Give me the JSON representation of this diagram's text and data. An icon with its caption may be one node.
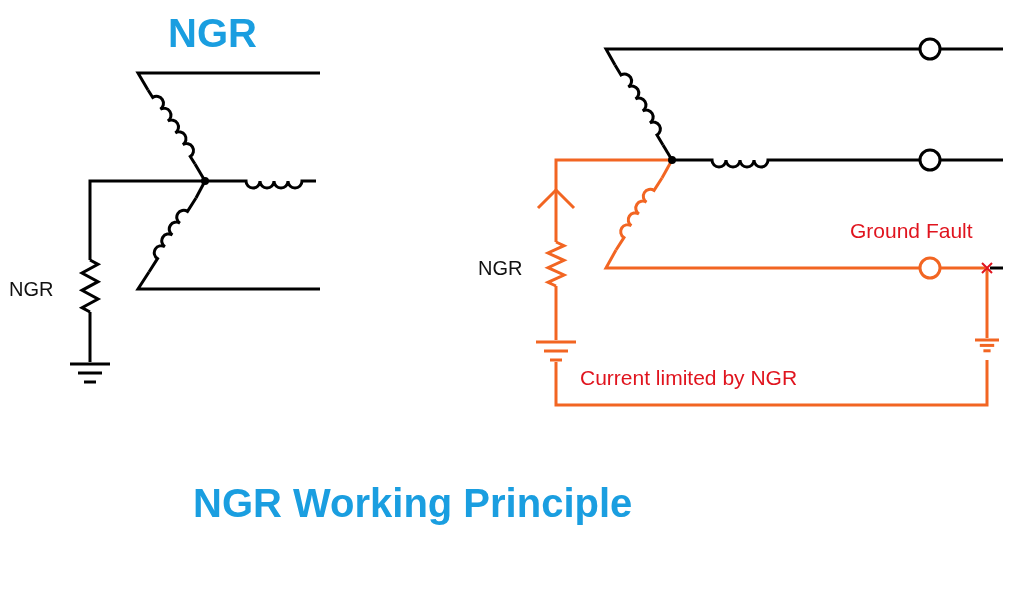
{
  "diagram": {
    "title": "NGR",
    "caption": "NGR Working Principle",
    "labels": [
      "NGR",
      "NGR",
      "Ground Fault",
      "Current limited by NGR"
    ]
  }
}
